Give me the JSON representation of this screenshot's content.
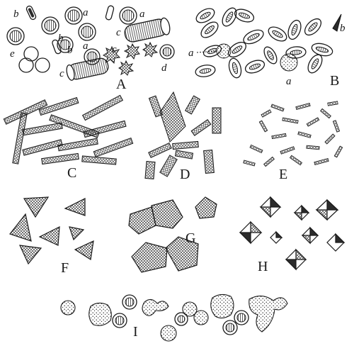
{
  "figure": {
    "panels": [
      {
        "id": "A",
        "label": "A",
        "sublabels": [
          "a",
          "a",
          "a",
          "b",
          "b",
          "b",
          "c",
          "c",
          "c",
          "d",
          "e"
        ]
      },
      {
        "id": "B",
        "label": "B",
        "sublabels": [
          "a",
          "a",
          "b"
        ]
      },
      {
        "id": "C",
        "label": "C"
      },
      {
        "id": "D",
        "label": "D"
      },
      {
        "id": "E",
        "label": "E"
      },
      {
        "id": "F",
        "label": "F"
      },
      {
        "id": "G",
        "label": "G"
      },
      {
        "id": "H",
        "label": "H"
      },
      {
        "id": "I",
        "label": "I"
      }
    ],
    "ink_color": "#1a1a1a",
    "background": "#ffffff"
  }
}
